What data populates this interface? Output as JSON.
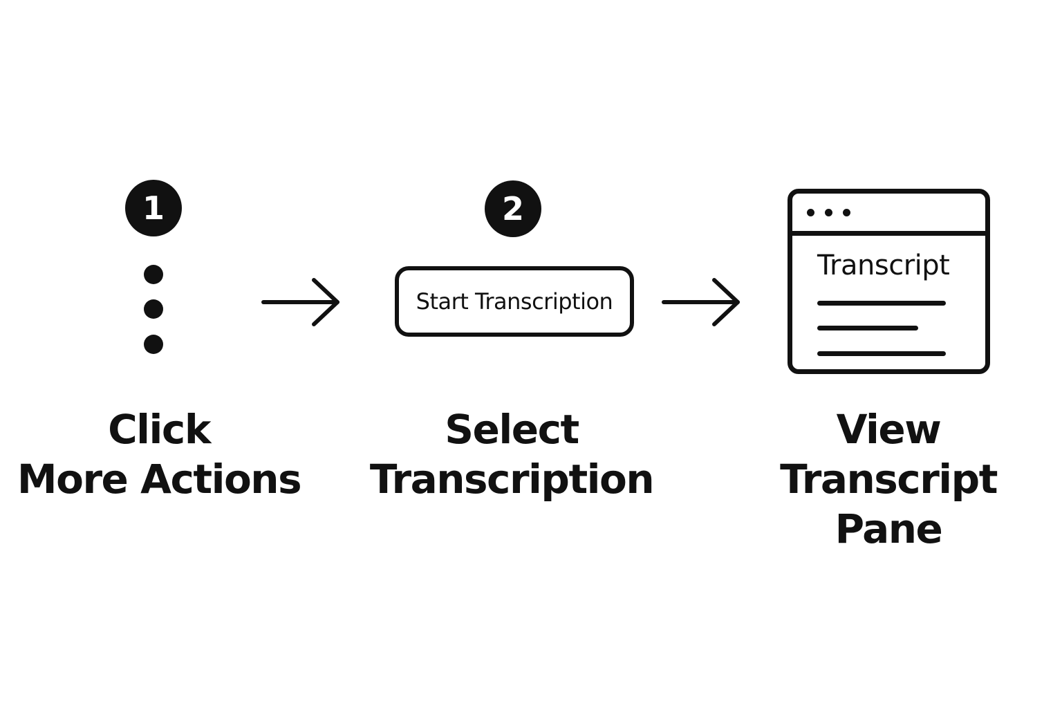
{
  "steps": [
    {
      "number": "1",
      "icon": "vertical-ellipsis-icon",
      "caption_lines": [
        "Click",
        "More Actions"
      ]
    },
    {
      "number": "2",
      "button_label": "Start Transcription",
      "caption_lines": [
        "Select",
        "Transcription"
      ]
    },
    {
      "icon": "browser-window-icon",
      "window_heading": "Transcript",
      "caption_lines": [
        "View",
        "Transcript",
        "Pane"
      ]
    }
  ],
  "connectors": [
    "arrow-right-icon",
    "arrow-right-icon"
  ],
  "colors": {
    "ink": "#111111",
    "background": "#ffffff"
  }
}
